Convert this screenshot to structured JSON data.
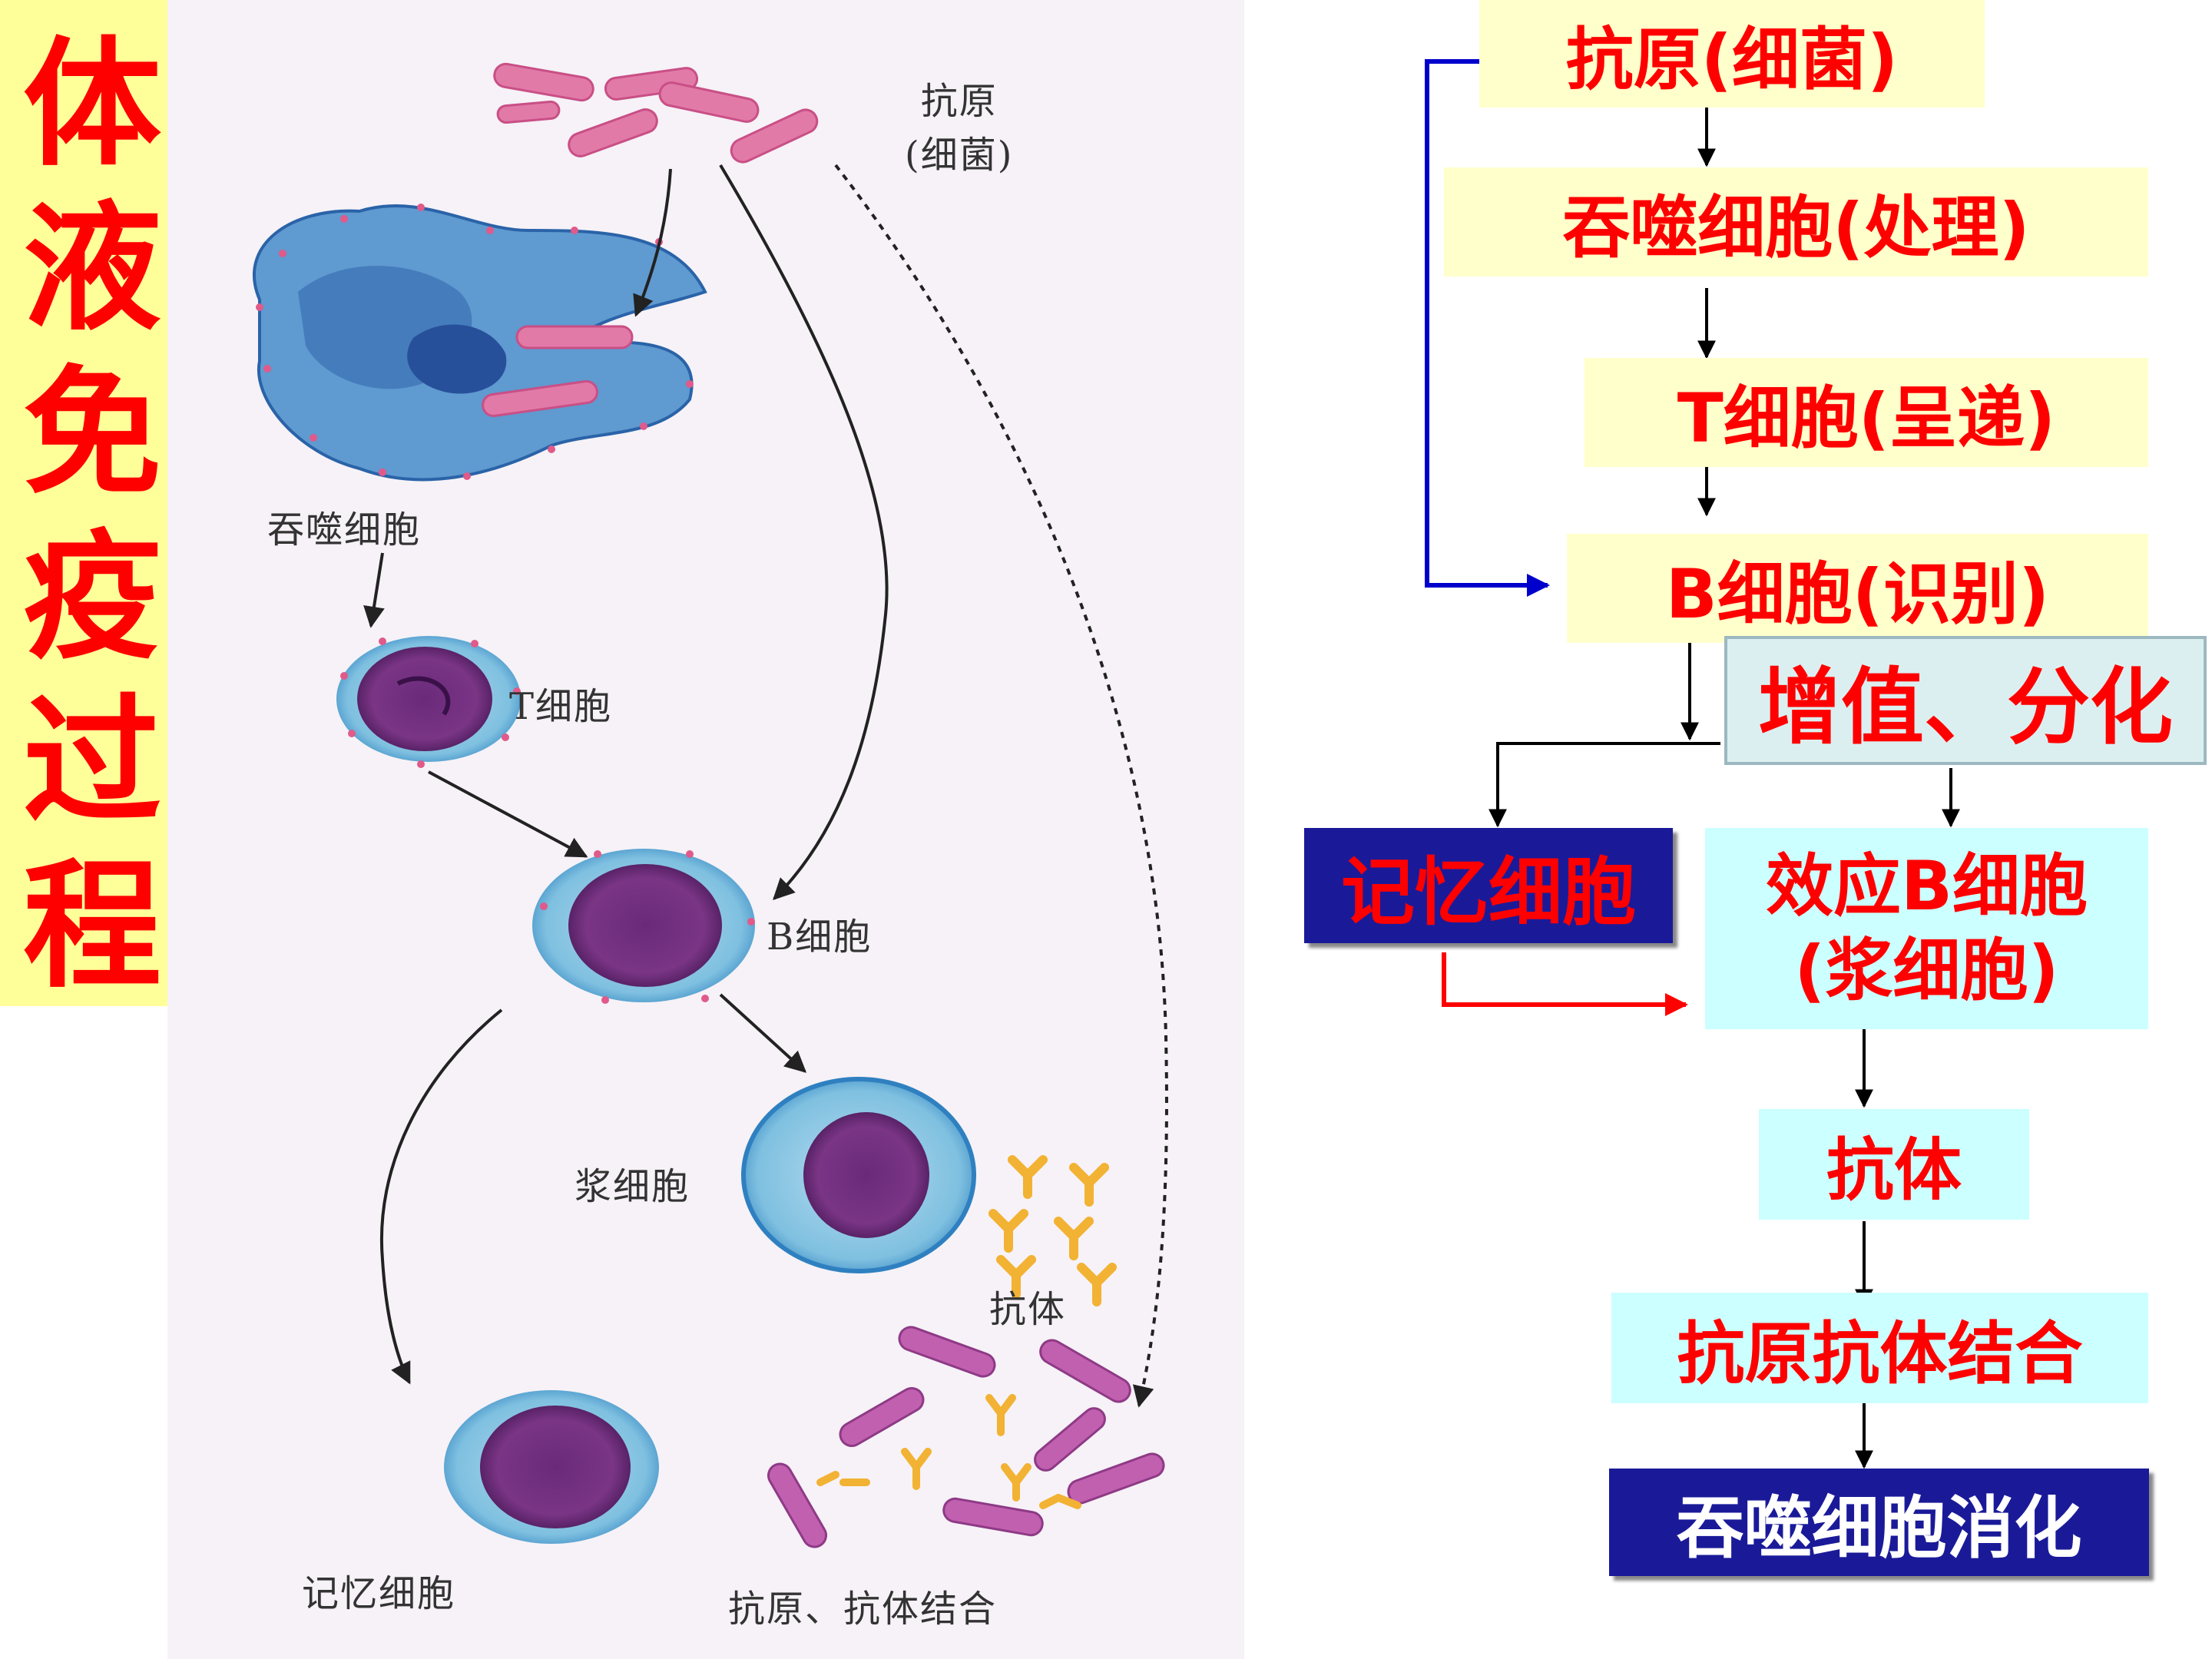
{
  "title": {
    "chars": [
      "体",
      "液",
      "免",
      "疫",
      "过",
      "程"
    ],
    "color": "#ff0000",
    "background": "#ffff99"
  },
  "illustration": {
    "labels": {
      "antigen_line1": "抗原",
      "antigen_line2": "(细菌)",
      "phagocyte": "吞噬细胞",
      "t_cell": "T细胞",
      "b_cell": "B细胞",
      "plasma_cell": "浆细胞",
      "antibody": "抗体",
      "memory_cell": "记忆细胞",
      "binding": "抗原、抗体结合"
    },
    "icons": [
      "bacteria-icon",
      "phagocyte-icon",
      "t-cell-icon",
      "b-cell-icon",
      "plasma-cell-icon",
      "antibody-icon",
      "memory-cell-icon",
      "antigen-antibody-complex-icon"
    ]
  },
  "flowchart": {
    "antigen": "抗原(细菌)",
    "phagocyte_process": "吞噬细胞(处理)",
    "t_cell_present": "T细胞(呈递)",
    "b_cell_recognize": "B细胞(识别)",
    "proliferate": "增值、分化",
    "memory_cell": "记忆细胞",
    "effector_b_line1": "效应B细胞",
    "effector_b_line2": "(浆细胞)",
    "antibody": "抗体",
    "binding": "抗原抗体结合",
    "digest": "吞噬细胞消化"
  },
  "colors": {
    "red_text": "#ff0000",
    "yellow_box": "#ffffcc",
    "cyan_box": "#ccffff",
    "navy_box": "#1a1a99",
    "blue_arrow": "#0000cc",
    "red_arrow": "#ff0000"
  }
}
